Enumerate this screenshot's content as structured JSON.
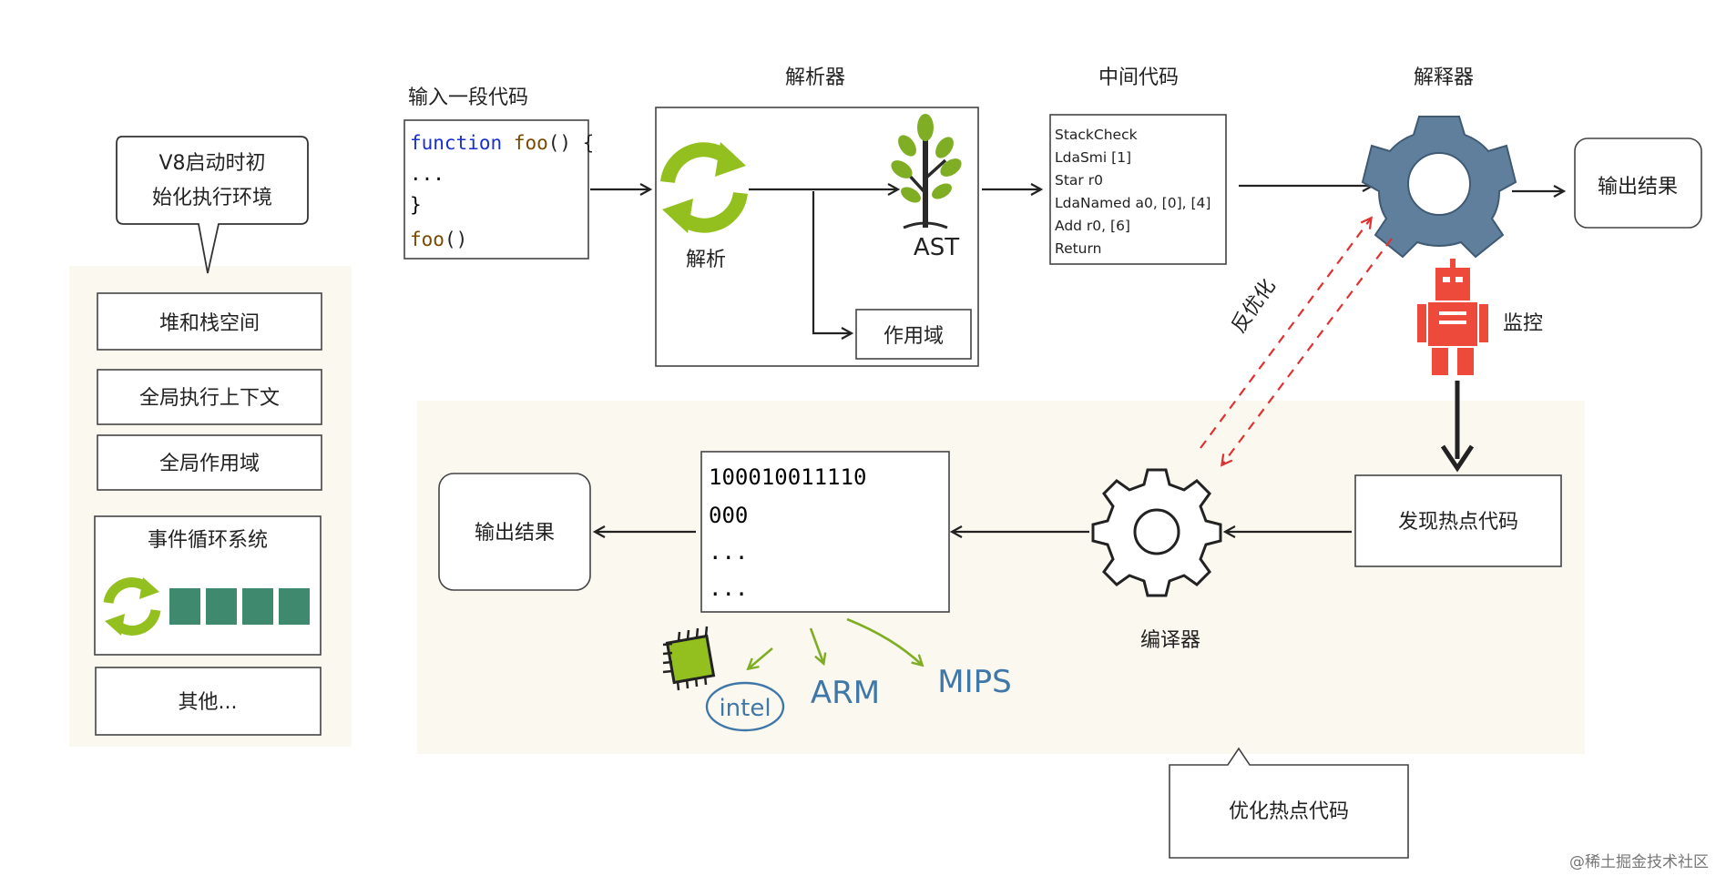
{
  "v8_init_bubble": [
    "V8启动时初",
    "始化执行环境"
  ],
  "env_items": {
    "heap_stack": "堆和栈空间",
    "global_context": "全局执行上下文",
    "global_scope": "全局作用域",
    "event_loop": "事件循环系统",
    "others": "其他..."
  },
  "input": {
    "title": "输入一段代码",
    "code": {
      "kw": "function",
      "fn": "foo",
      "sig_rest": "() {",
      "line2": "...",
      "line3": "}",
      "call_fn": "foo",
      "call_rest": "()"
    }
  },
  "parser": {
    "title": "解析器",
    "parse_label": "解析",
    "ast_label": "AST",
    "scope_label": "作用域"
  },
  "bytecode": {
    "title": "中间代码",
    "lines": [
      "StackCheck",
      "LdaSmi [1]",
      "Star r0",
      "LdaNamed a0, [0], [4]",
      "Add r0, [6]",
      "Return"
    ]
  },
  "interpreter": {
    "title": "解释器",
    "output": "输出结果",
    "deopt_label": "反优化",
    "monitor_label": "监控"
  },
  "compiler": {
    "hot_code": "发现热点代码",
    "label": "编译器",
    "machine_code": [
      "100010011110",
      "000",
      "...",
      "..."
    ],
    "output": "输出结果",
    "targets": [
      "intel",
      "ARM",
      "MIPS"
    ],
    "optimize_bubble": "优化热点代码"
  },
  "watermark": "@稀土掘金技术社区",
  "colors": {
    "gear": "#5f7f9c",
    "robot": "#ee4a3c",
    "recycle": "#93c01f",
    "leaf": "#7fae24",
    "block": "#3f8a6e",
    "arch": "#3f78a8",
    "deopt": "#e03030"
  }
}
